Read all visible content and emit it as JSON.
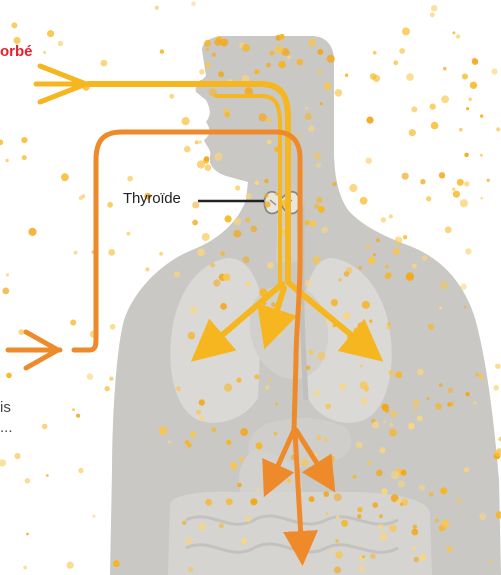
{
  "labels": {
    "absorbed_partial": "orbé",
    "thyroid": "Thyroïde",
    "side_fragment_1": "is",
    "side_fragment_2": "..."
  },
  "colors": {
    "inhaled_path": "#f6b620",
    "ingested_path": "#ee8a2a",
    "body": "#c9c7c3",
    "organs": "#d6d4d0",
    "particles": "#f6b620",
    "absorbed_label": "#e4222b"
  },
  "icons": {
    "thyroid": "thyroid-gland-icon",
    "arrows": "arrow-icon"
  }
}
